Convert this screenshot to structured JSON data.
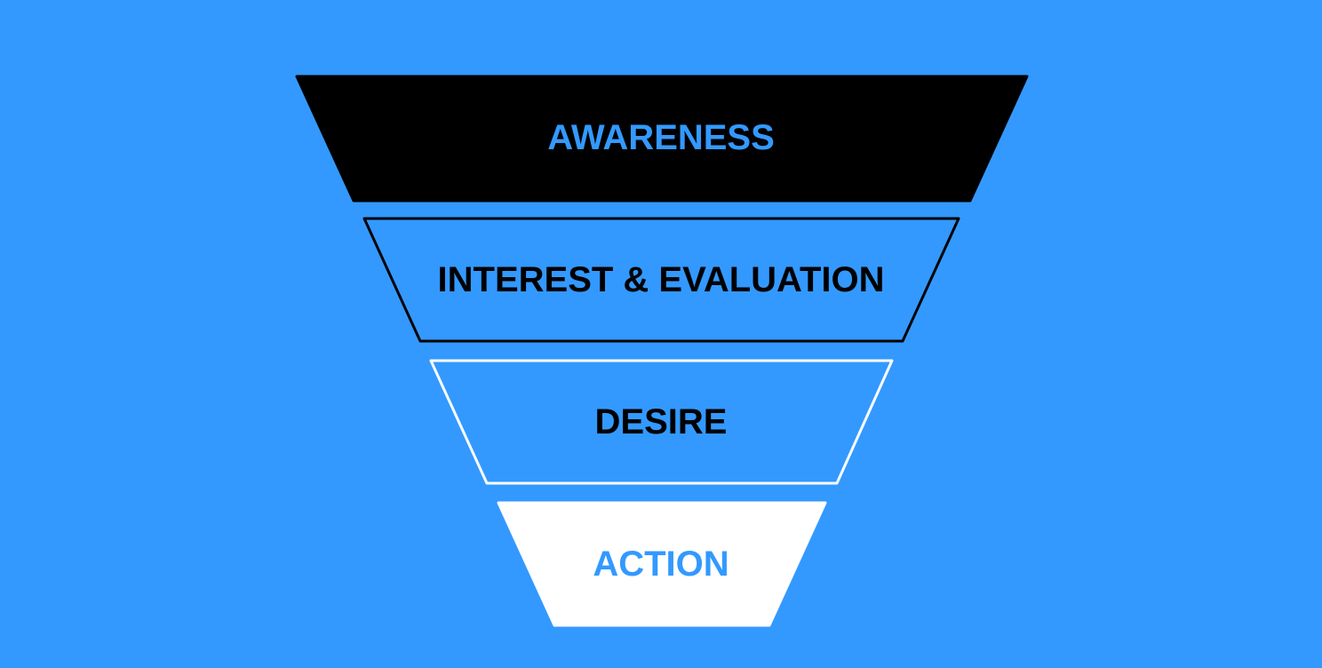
{
  "colors": {
    "background": "#3399ff",
    "black": "#000000",
    "white": "#ffffff",
    "blue_text": "#3399ff"
  },
  "funnel": {
    "stages": [
      {
        "label": "AWARENESS",
        "fill": "#000000",
        "stroke": "#000000",
        "text_color": "#3399ff"
      },
      {
        "label": "INTEREST & EVALUATION",
        "fill": "#3399ff",
        "stroke": "#000000",
        "text_color": "#000000"
      },
      {
        "label": "DESIRE",
        "fill": "#3399ff",
        "stroke": "#ffffff",
        "text_color": "#000000"
      },
      {
        "label": "ACTION",
        "fill": "#ffffff",
        "stroke": "#ffffff",
        "text_color": "#3399ff"
      }
    ]
  }
}
